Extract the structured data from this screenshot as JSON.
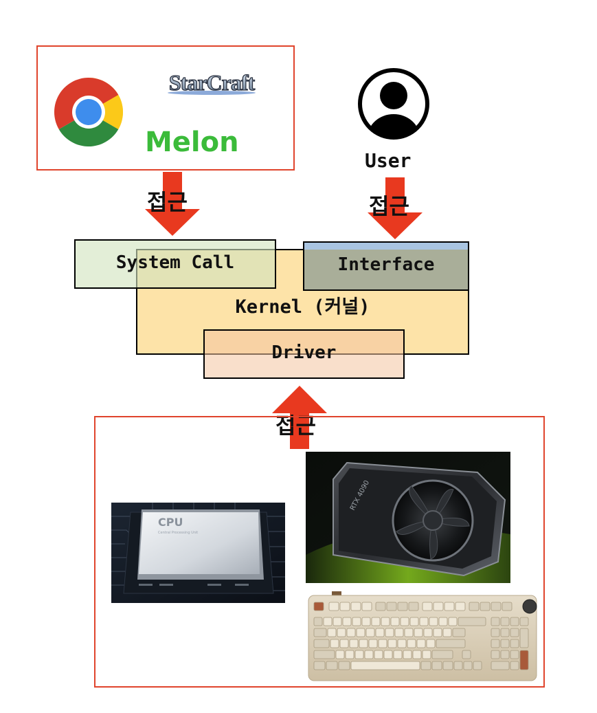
{
  "apps": {
    "starcraft_logo_text": "StarCraft",
    "melon_logo_text": "Melon"
  },
  "user": {
    "label": "User"
  },
  "arrows": {
    "apps_label": "접근",
    "user_label": "접근",
    "hardware_label": "접근"
  },
  "kernel": {
    "label": "Kernel (커널)",
    "system_call_label": "System Call",
    "interface_label": "Interface",
    "driver_label": "Driver"
  },
  "hardware": {
    "cpu_chip_text": "CPU",
    "cpu_chip_subtext": "Central Processing Unit",
    "gpu_model_text": "RTX 4090"
  },
  "colors": {
    "red_border": "#e0442c",
    "arrow_red": "#e8391f",
    "kernel_fill": "#fde3a8",
    "system_call_fill": "#dfeccc",
    "interface_fill": "#a9ae99",
    "interface_top": "#a9c4e1",
    "driver_fill": "#f7d4b6"
  }
}
